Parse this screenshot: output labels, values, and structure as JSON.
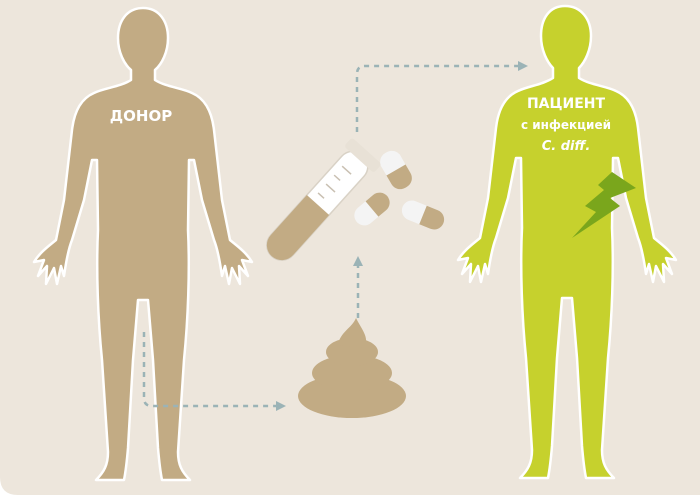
{
  "donor": {
    "label": "ДОНОР",
    "color": "#c2ab84"
  },
  "patient": {
    "title": "ПАЦИЕНТ",
    "subtitle": "с инфекцией",
    "pathogen": "C. diff.",
    "color": "#c6d12d"
  },
  "colors": {
    "background": "#ede6dc",
    "arrow": "#9bb3b6",
    "stool": "#c2ab84",
    "lightning": "#7aa61c",
    "capsule_body": "#f4f4f4",
    "capsule_cap": "#c2ab84"
  },
  "icons": [
    "donor-figure",
    "patient-figure",
    "stool-icon",
    "test-tube-icon",
    "capsule-icon",
    "lightning-icon"
  ]
}
